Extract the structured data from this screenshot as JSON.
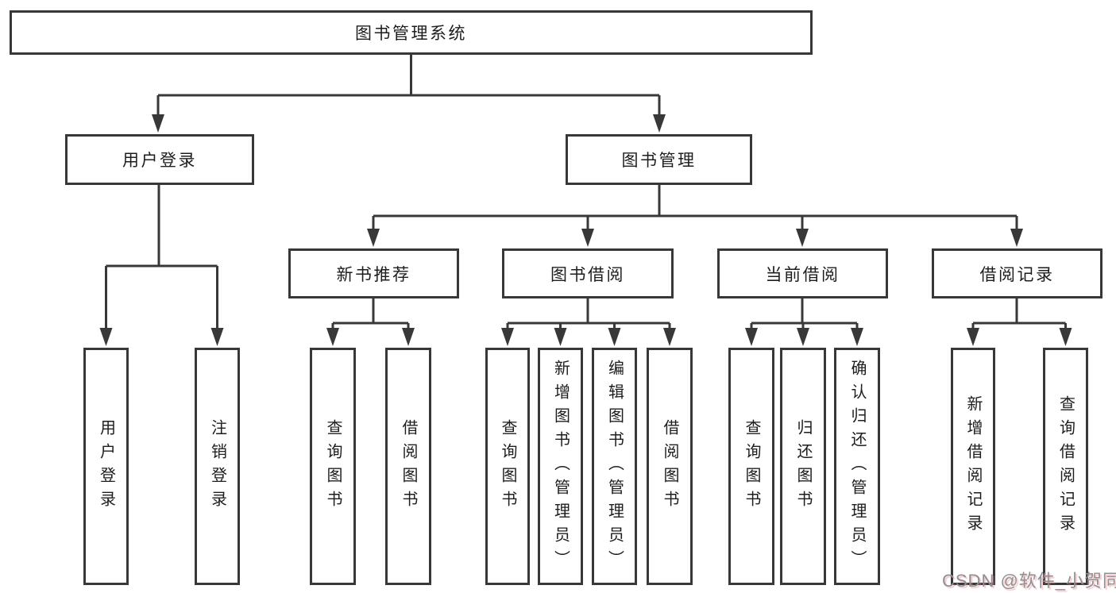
{
  "title": "图书管理系统",
  "tree": {
    "label": "图书管理系统",
    "children": [
      {
        "label": "用户登录",
        "children": [
          {
            "label": "用户登录"
          },
          {
            "label": "注销登录"
          }
        ]
      },
      {
        "label": "图书管理",
        "children": [
          {
            "label": "新书推荐",
            "children": [
              {
                "label": "查询图书"
              },
              {
                "label": "借阅图书"
              }
            ]
          },
          {
            "label": "图书借阅",
            "children": [
              {
                "label": "查询图书"
              },
              {
                "label": "新增图书（管理员）"
              },
              {
                "label": "编辑图书（管理员）"
              },
              {
                "label": "借阅图书"
              }
            ]
          },
          {
            "label": "当前借阅",
            "children": [
              {
                "label": "查询图书"
              },
              {
                "label": "归还图书"
              },
              {
                "label": "确认归还（管理员）"
              }
            ]
          },
          {
            "label": "借阅记录",
            "children": [
              {
                "label": "新增借阅记录"
              },
              {
                "label": "查询借阅记录"
              }
            ]
          }
        ]
      }
    ]
  },
  "watermark": {
    "text": "CSDN @软件_小贺同学"
  },
  "colors": {
    "line": "#383838",
    "text": "#1d1d1f",
    "background": "#ffffff",
    "watermark": "#8f8f95"
  }
}
